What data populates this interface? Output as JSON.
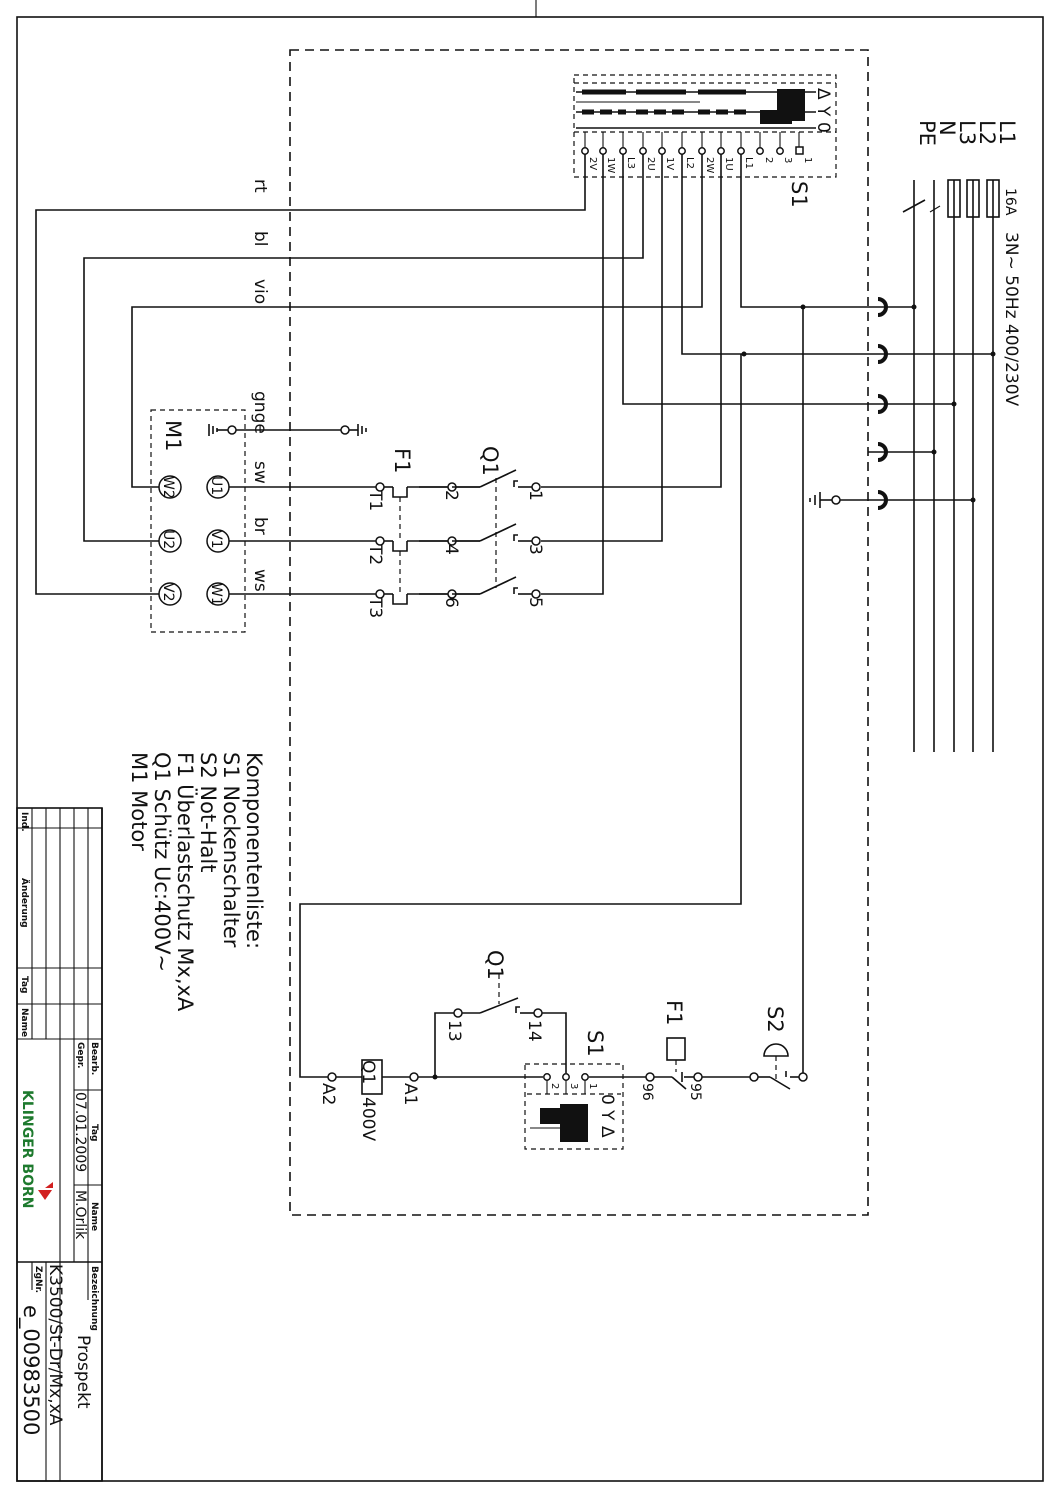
{
  "supply": {
    "lines": [
      "L1",
      "L2",
      "L3",
      "N",
      "PE"
    ],
    "fuse": "16A",
    "spec": "3N~ 50Hz 400/230V"
  },
  "s1_top": {
    "tag": "S1",
    "positions": [
      "Δ",
      "Y",
      "0"
    ],
    "terminals": [
      "2V",
      "1W",
      "L3",
      "2U",
      "1V",
      "L2",
      "2W",
      "1U",
      "L1",
      "2",
      "3",
      "1"
    ]
  },
  "wire_colors": [
    "rt",
    "bl",
    "vio",
    "gnge",
    "sw",
    "br",
    "ws"
  ],
  "motor": {
    "tag": "M1",
    "terminals": [
      "U1",
      "V1",
      "W1",
      "W2",
      "U2",
      "V2"
    ]
  },
  "overload": {
    "tag": "F1",
    "terminals": [
      "T1",
      "T2",
      "T3",
      "2",
      "4",
      "6"
    ]
  },
  "contactor": {
    "tag": "Q1",
    "terminals": [
      "1",
      "3",
      "5"
    ]
  },
  "components": {
    "heading": "Komponentenliste:",
    "items": [
      "S1  Nockenschalter",
      "S2  Not-Halt",
      "F1  Überlastschutz  Mx,xA",
      "Q1  Schütz  Uc:400V~",
      "M1  Motor"
    ]
  },
  "control": {
    "q1_aux": {
      "tag": "Q1",
      "terminals": [
        "13",
        "14"
      ]
    },
    "s1": {
      "tag": "S1",
      "terminals": [
        "2",
        "3",
        "1"
      ],
      "positions": [
        "0",
        "Y",
        "Δ"
      ]
    },
    "f1": {
      "tag": "F1",
      "terminals": [
        "96",
        "95"
      ]
    },
    "s2": {
      "tag": "S2"
    },
    "coil": {
      "tag": "Q1",
      "voltage": "400V",
      "terminals": [
        "A1",
        "A2"
      ]
    }
  },
  "title_block": {
    "col_ind": "Ind.",
    "col_aenderung": "Änderung",
    "col_tag": "Tag",
    "col_name": "Name",
    "row_bearb": "Bearb.",
    "row_gepr": "Gepr.",
    "hdr_tag": "Tag",
    "hdr_name": "Name",
    "date": "07.01.2009",
    "author": "M.Orlik",
    "company": "KLINGER BORN",
    "bez_label": "Bezeichnung",
    "bez_value": "Prospekt",
    "type": "K3500/St-Dr/Mx,xA",
    "zgnr_label": "ZgNr.",
    "zgnr_value": "e_00983500"
  },
  "colors": {
    "ink": "#111111",
    "logo_red": "#d22020",
    "logo_green": "#1e7a2e"
  }
}
